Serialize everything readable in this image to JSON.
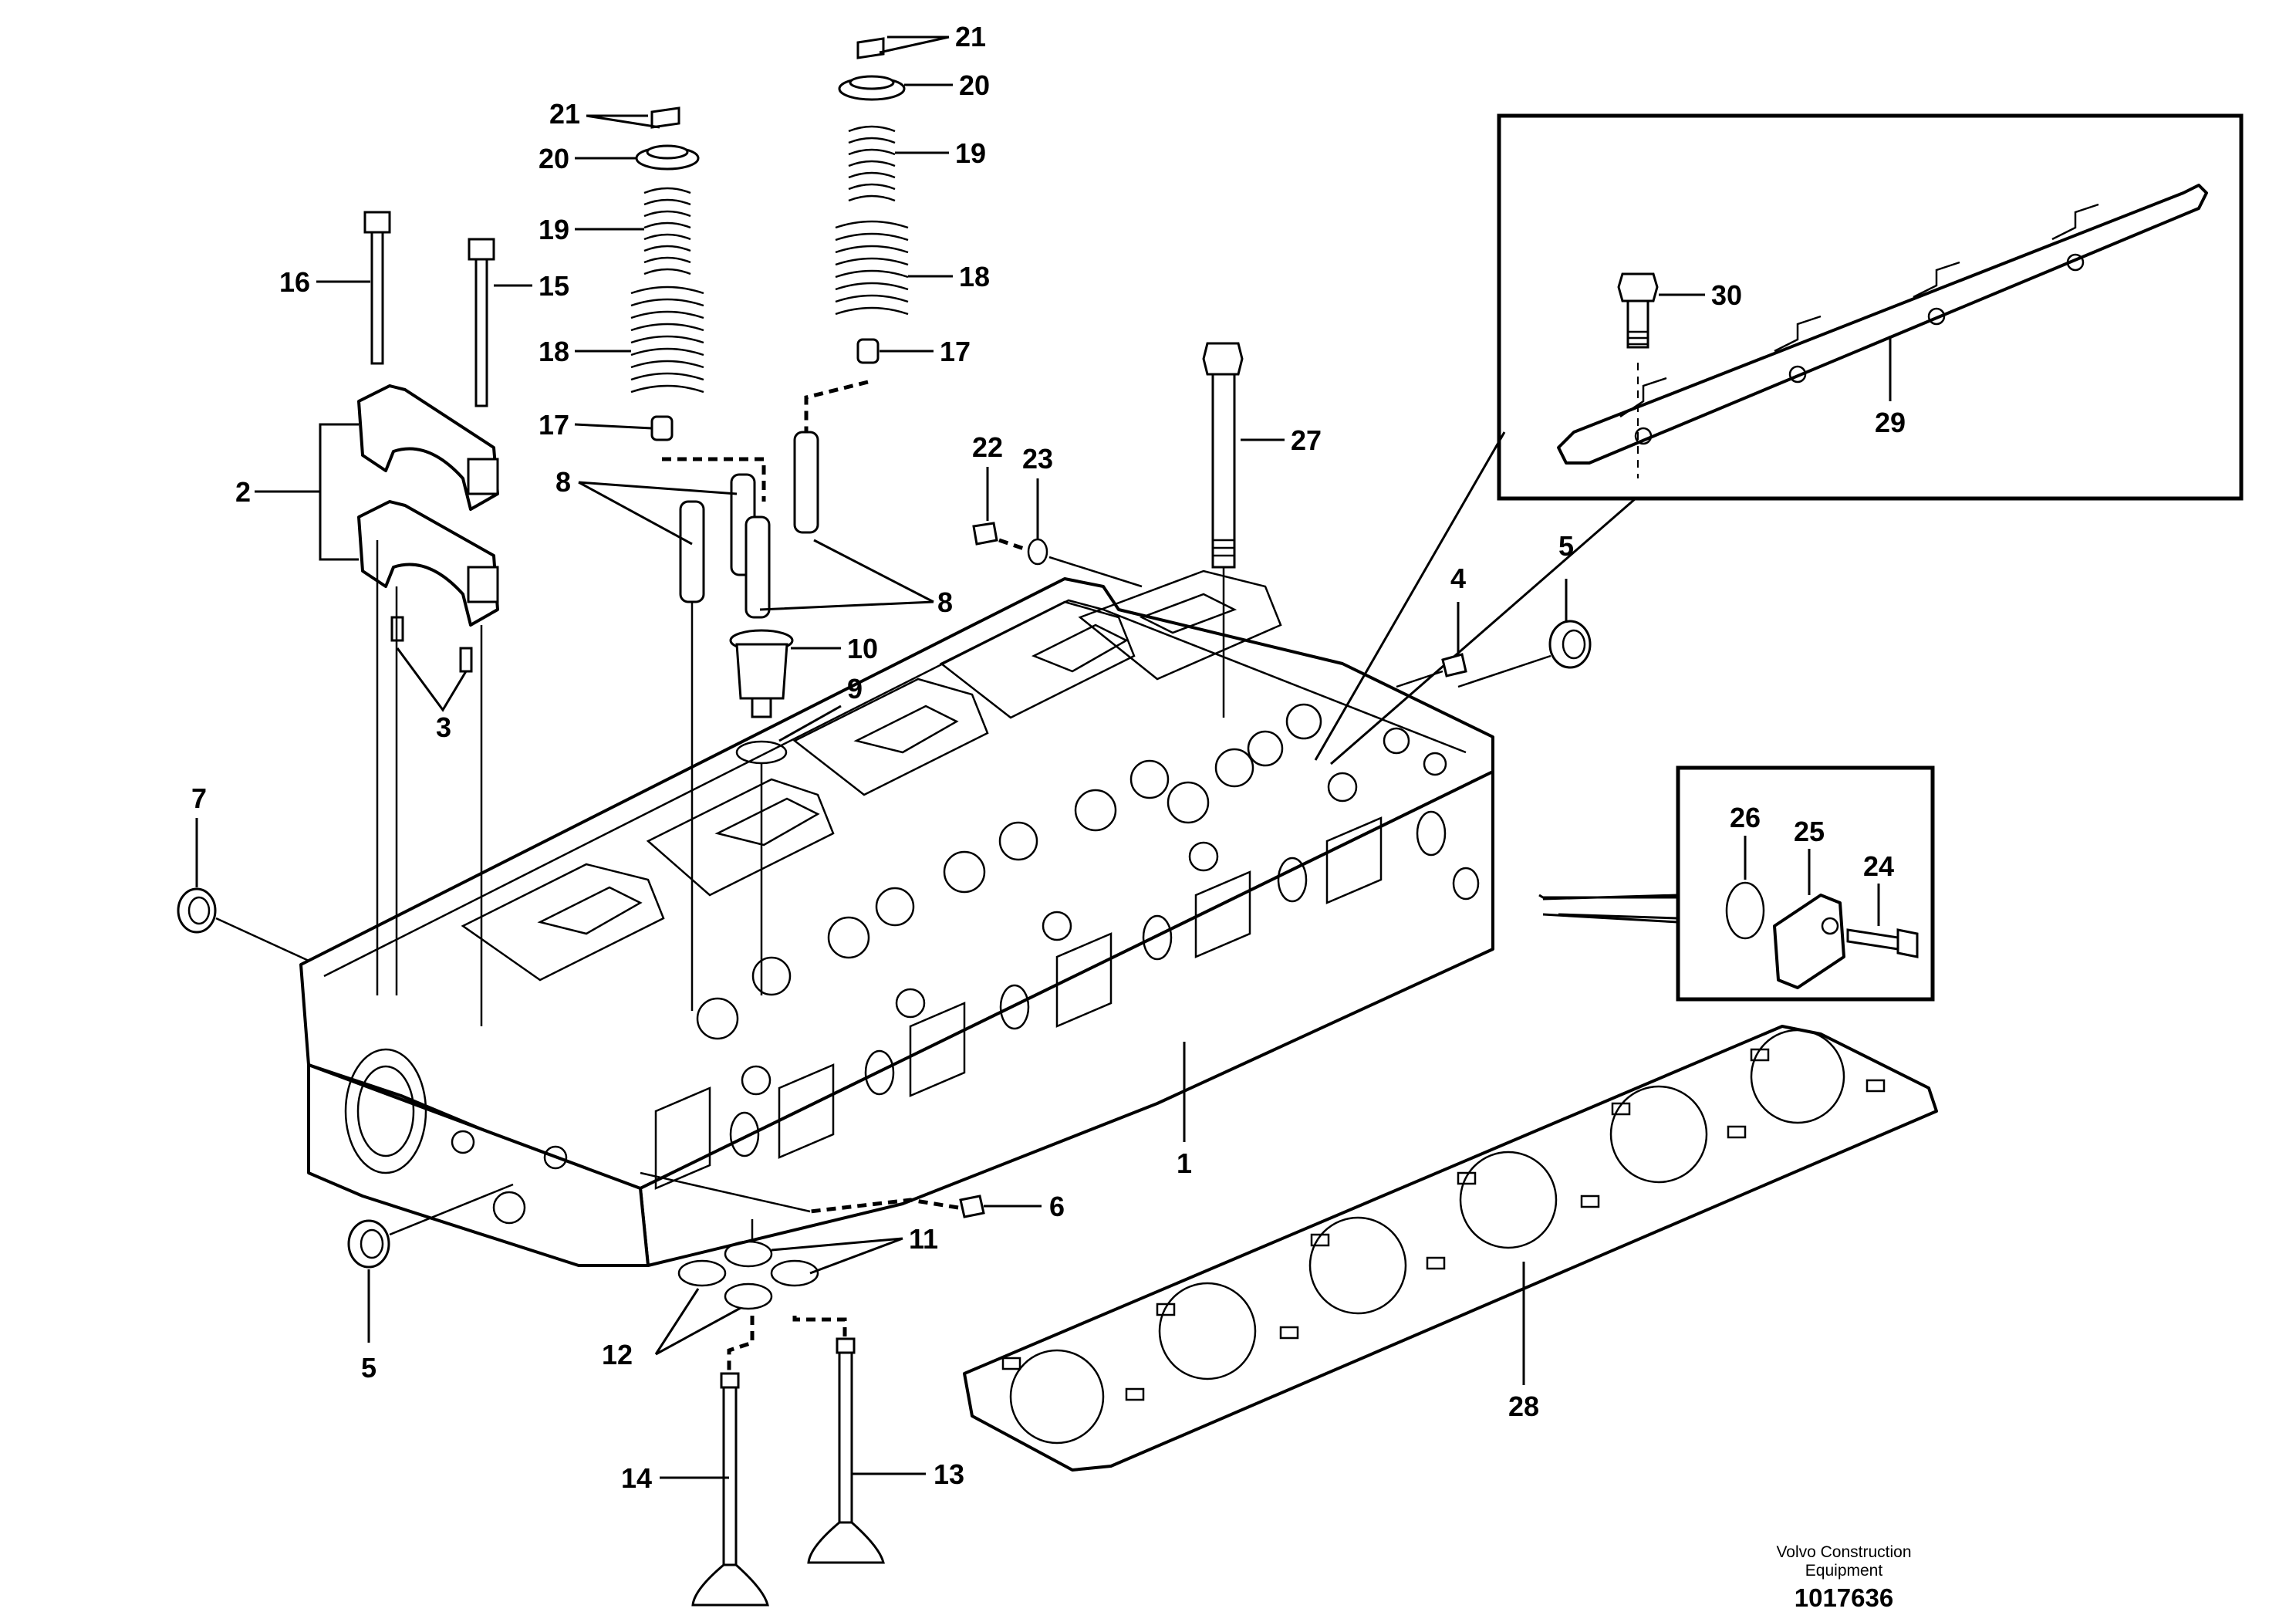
{
  "diagram": {
    "callouts": {
      "c1": "1",
      "c2": "2",
      "c3": "3",
      "c4": "4",
      "c5a": "5",
      "c5b": "5",
      "c6": "6",
      "c7": "7",
      "c8a": "8",
      "c8b": "8",
      "c9": "9",
      "c10": "10",
      "c11": "11",
      "c12": "12",
      "c13": "13",
      "c14": "14",
      "c15": "15",
      "c16": "16",
      "c17a": "17",
      "c17b": "17",
      "c18a": "18",
      "c18b": "18",
      "c19a": "19",
      "c19b": "19",
      "c20a": "20",
      "c20b": "20",
      "c21a": "21",
      "c21b": "21",
      "c22": "22",
      "c23": "23",
      "c24": "24",
      "c25": "25",
      "c26": "26",
      "c27": "27",
      "c28": "28",
      "c29": "29",
      "c30": "30"
    }
  },
  "footer": {
    "company_line1": "Volvo Construction",
    "company_line2": "Equipment",
    "drawing_number": "1017636"
  }
}
